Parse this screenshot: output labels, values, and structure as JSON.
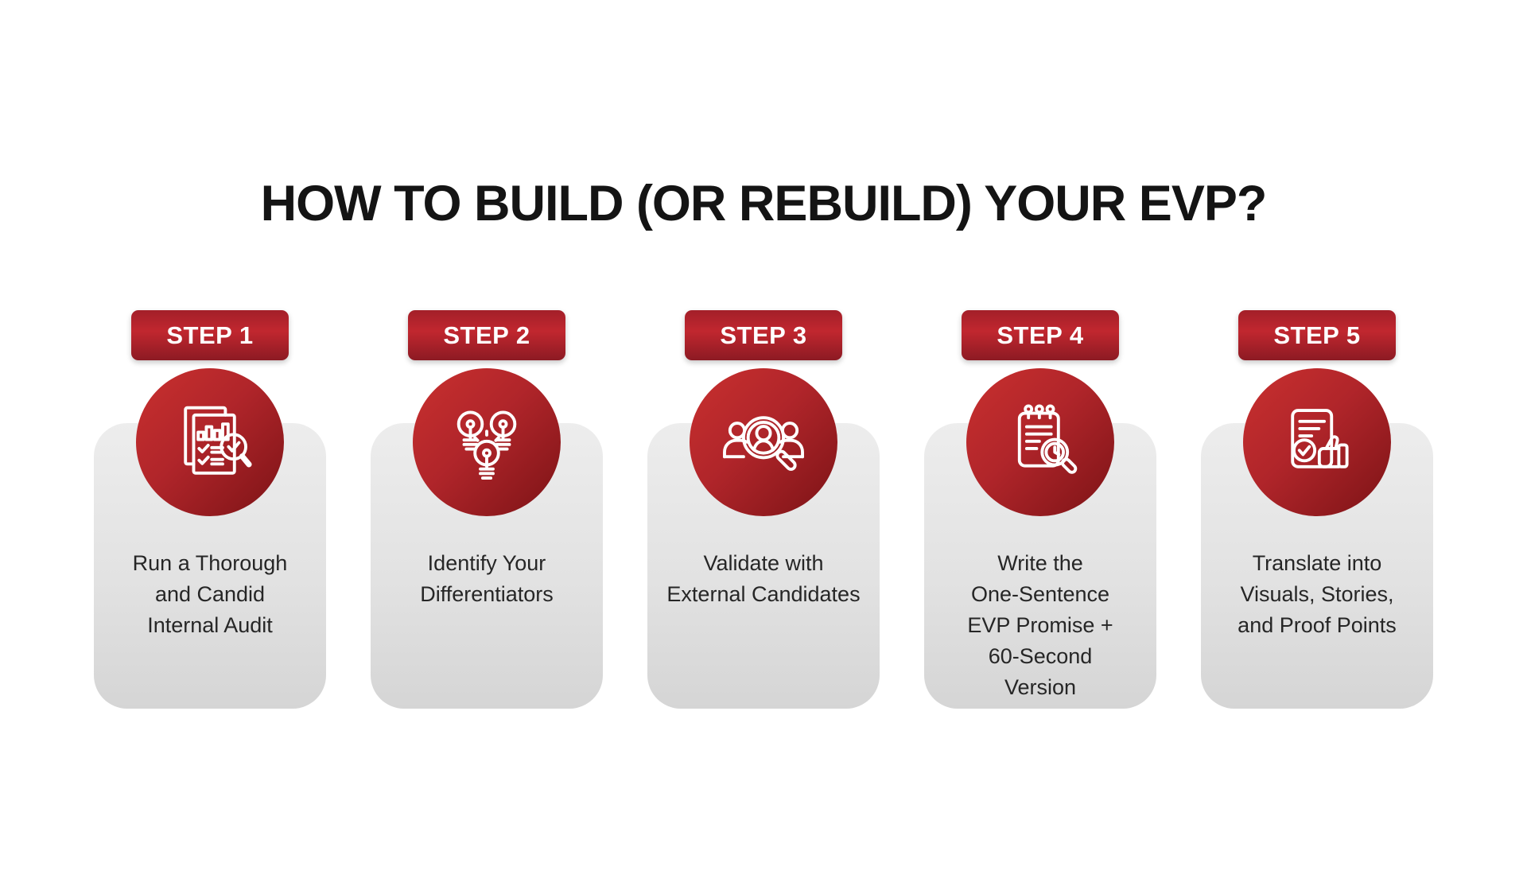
{
  "title": "HOW TO BUILD (OR REBUILD) YOUR EVP?",
  "colors": {
    "title_text": "#141414",
    "badge_red_top": "#a31f29",
    "badge_red_mid": "#c1272f",
    "badge_red_bottom": "#8c1a23",
    "circle_red_light": "#c9302f",
    "circle_red_dark": "#7c1316",
    "card_gray_top": "#ededed",
    "card_gray_bottom": "#d5d5d5",
    "step_text": "#262626",
    "badge_label_color": "#ffffff",
    "icon_stroke": "#ffffff"
  },
  "steps": [
    {
      "badge": "STEP 1",
      "icon": "audit-documents-magnifier-icon",
      "lines": [
        "Run a Thorough",
        "and Candid",
        "Internal Audit"
      ]
    },
    {
      "badge": "STEP 2",
      "icon": "lightbulbs-icon",
      "lines": [
        "Identify Your",
        "Differentiators"
      ]
    },
    {
      "badge": "STEP 3",
      "icon": "candidate-search-magnifier-icon",
      "lines": [
        "Validate with",
        "External Candidates"
      ]
    },
    {
      "badge": "STEP 4",
      "icon": "notepad-clock-magnifier-icon",
      "lines": [
        "Write the",
        "One-Sentence",
        "EVP Promise +",
        "60-Second",
        "Version"
      ]
    },
    {
      "badge": "STEP 5",
      "icon": "document-approval-thumbs-up-icon",
      "lines": [
        "Translate into",
        "Visuals, Stories,",
        "and Proof Points"
      ]
    }
  ]
}
